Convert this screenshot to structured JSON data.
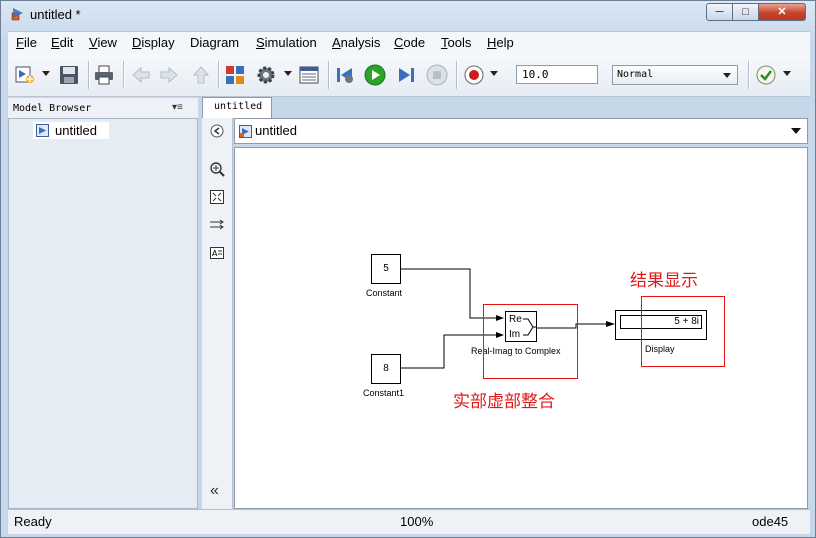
{
  "window": {
    "title": "untitled *",
    "controls": {
      "minimize": "─",
      "maximize": "□",
      "close": "✕"
    }
  },
  "menu": [
    {
      "label": "File",
      "key": "F",
      "rest": "ile"
    },
    {
      "label": "Edit",
      "key": "E",
      "rest": "dit"
    },
    {
      "label": "View",
      "key": "V",
      "rest": "iew"
    },
    {
      "label": "Display",
      "key": "D",
      "rest": "isplay"
    },
    {
      "label": "Diagram",
      "key": "",
      "rest": "Diagram"
    },
    {
      "label": "Simulation",
      "key": "S",
      "rest": "imulation"
    },
    {
      "label": "Analysis",
      "key": "A",
      "rest": "nalysis"
    },
    {
      "label": "Code",
      "key": "C",
      "rest": "ode"
    },
    {
      "label": "Tools",
      "key": "T",
      "rest": "ools"
    },
    {
      "label": "Help",
      "key": "H",
      "rest": "elp"
    }
  ],
  "toolbar": {
    "stop_time": "10.0",
    "sim_mode": "Normal",
    "icons": [
      "new-model-icon",
      "save-icon",
      "print-icon",
      "back-icon",
      "forward-icon",
      "up-icon",
      "library-browser-icon",
      "model-settings-icon",
      "model-explorer-icon",
      "step-back-icon",
      "run-icon",
      "step-forward-icon",
      "stop-icon",
      "record-icon",
      "check-icon"
    ]
  },
  "model_browser": {
    "title": "Model Browser",
    "menu_glyph": "▾≡",
    "item": "untitled"
  },
  "tab": {
    "label": "untitled"
  },
  "address": {
    "path": "untitled"
  },
  "palette_collapse": "«",
  "diagram": {
    "constant1": {
      "value": "5",
      "name": "Constant"
    },
    "constant2": {
      "value": "8",
      "name": "Constant1"
    },
    "ri2c": {
      "port_re": "Re",
      "port_im": "Im",
      "name": "Real-Imag to Complex"
    },
    "display": {
      "value": "5 + 8i",
      "name": "Display"
    },
    "annotation_result": "结果显示",
    "annotation_merge": "实部虚部整合"
  },
  "status": {
    "ready": "Ready",
    "zoom": "100%",
    "solver": "ode45"
  },
  "colors": {
    "accent": "#e01a1a",
    "run_green": "#2aa52a",
    "stop_red": "#c81e1e"
  }
}
